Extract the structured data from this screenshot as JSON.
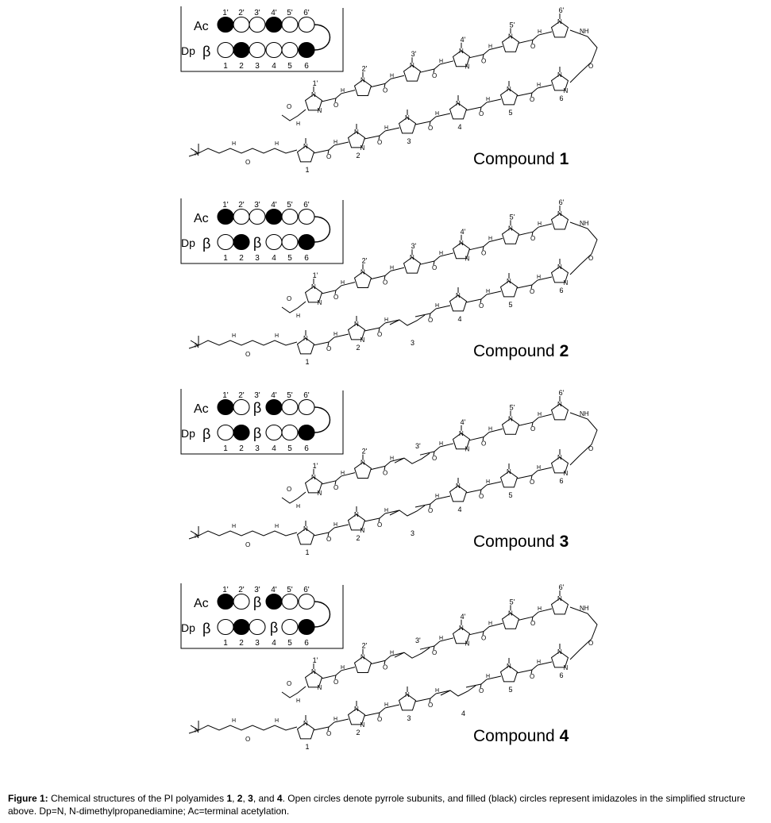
{
  "figure": {
    "caption": {
      "label": "Figure 1:",
      "lead": " Chemical structures of the PI polyamides ",
      "n1": "1",
      "sep1": ", ",
      "n2": "2",
      "sep2": ", ",
      "n3": "3",
      "sep3": ", and ",
      "n4": "4",
      "tail": ". Open circles denote pyrrole subunits, and filled (black) circles represent imidazoles in the simplified structure above. Dp=N, N-dimethylpropanediamine; Ac=terminal acetylation."
    }
  },
  "panels": [
    {
      "compound_word": "Compound",
      "compound_num": "1",
      "top_label": "Ac",
      "bottom_label": "Dp",
      "bottom_beta": "β",
      "top_numbers": [
        "1'",
        "2'",
        "3'",
        "4'",
        "5'",
        "6'"
      ],
      "bottom_numbers": [
        "1",
        "2",
        "3",
        "4",
        "5",
        "6"
      ],
      "top_units": [
        "Im",
        "Py",
        "Py",
        "Im",
        "Py",
        "Py"
      ],
      "bottom_units": [
        "Py",
        "Im",
        "Py",
        "Py",
        "Py",
        "Im"
      ],
      "struct_top_numbers": [
        "1'",
        "2'",
        "3'",
        "4'",
        "5'",
        "6'"
      ],
      "struct_bottom_numbers": [
        "1",
        "2",
        "3",
        "4",
        "5",
        "6"
      ]
    },
    {
      "compound_word": "Compound",
      "compound_num": "2",
      "top_label": "Ac",
      "bottom_label": "Dp",
      "bottom_beta": "β",
      "top_numbers": [
        "1'",
        "2'",
        "3'",
        "4'",
        "5'",
        "6'"
      ],
      "bottom_numbers": [
        "1",
        "2",
        "3",
        "4",
        "5",
        "6"
      ],
      "top_units": [
        "Im",
        "Py",
        "Py",
        "Im",
        "Py",
        "Py"
      ],
      "bottom_units": [
        "Py",
        "Im",
        "β",
        "Py",
        "Py",
        "Im"
      ],
      "struct_top_numbers": [
        "1'",
        "2'",
        "3'",
        "4'",
        "5'",
        "6'"
      ],
      "struct_bottom_numbers": [
        "1",
        "2",
        "3",
        "4",
        "5",
        "6"
      ]
    },
    {
      "compound_word": "Compound",
      "compound_num": "3",
      "top_label": "Ac",
      "bottom_label": "Dp",
      "bottom_beta": "β",
      "top_numbers": [
        "1'",
        "2'",
        "3'",
        "4'",
        "5'",
        "6'"
      ],
      "bottom_numbers": [
        "1",
        "2",
        "3",
        "4",
        "5",
        "6"
      ],
      "top_units": [
        "Im",
        "Py",
        "β",
        "Im",
        "Py",
        "Py"
      ],
      "bottom_units": [
        "Py",
        "Im",
        "β",
        "Py",
        "Py",
        "Im"
      ],
      "struct_top_numbers": [
        "1'",
        "2'",
        "3'",
        "4'",
        "5'",
        "6'"
      ],
      "struct_bottom_numbers": [
        "1",
        "2",
        "3",
        "4",
        "5",
        "6"
      ]
    },
    {
      "compound_word": "Compound",
      "compound_num": "4",
      "top_label": "Ac",
      "bottom_label": "Dp",
      "bottom_beta": "β",
      "top_numbers": [
        "1'",
        "2'",
        "3'",
        "4'",
        "5'",
        "6'"
      ],
      "bottom_numbers": [
        "1",
        "2",
        "3",
        "4",
        "5",
        "6"
      ],
      "top_units": [
        "Im",
        "Py",
        "β",
        "Im",
        "Py",
        "Py"
      ],
      "bottom_units": [
        "Py",
        "Im",
        "Py",
        "β",
        "Py",
        "Im"
      ],
      "struct_top_numbers": [
        "1'",
        "2'",
        "3'",
        "4'",
        "5'",
        "6'"
      ],
      "struct_bottom_numbers": [
        "1",
        "2",
        "3",
        "4",
        "5",
        "6"
      ]
    }
  ],
  "atoms": {
    "N": "N",
    "NH": "NH",
    "H": "H",
    "O": "O"
  }
}
